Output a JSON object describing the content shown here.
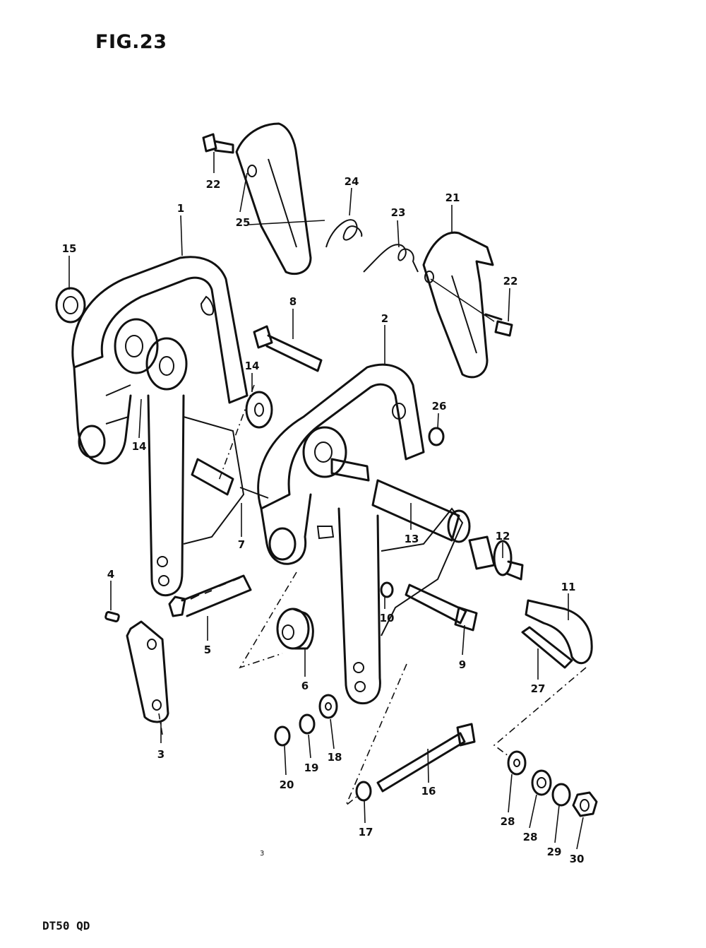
{
  "figure": {
    "title": "FIG.23",
    "model": "DT50 QD",
    "page_mark": "3"
  },
  "parts": [
    {
      "id": "p1",
      "label": "1"
    },
    {
      "id": "p2",
      "label": "2"
    },
    {
      "id": "p3",
      "label": "3"
    },
    {
      "id": "p4",
      "label": "4"
    },
    {
      "id": "p5",
      "label": "5"
    },
    {
      "id": "p6",
      "label": "6"
    },
    {
      "id": "p7",
      "label": "7"
    },
    {
      "id": "p8",
      "label": "8"
    },
    {
      "id": "p9",
      "label": "9"
    },
    {
      "id": "p10",
      "label": "10"
    },
    {
      "id": "p11",
      "label": "11"
    },
    {
      "id": "p12",
      "label": "12"
    },
    {
      "id": "p13",
      "label": "13"
    },
    {
      "id": "p14a",
      "label": "14"
    },
    {
      "id": "p14b",
      "label": "14"
    },
    {
      "id": "p15",
      "label": "15"
    },
    {
      "id": "p16",
      "label": "16"
    },
    {
      "id": "p17",
      "label": "17"
    },
    {
      "id": "p18",
      "label": "18"
    },
    {
      "id": "p19",
      "label": "19"
    },
    {
      "id": "p20",
      "label": "20"
    },
    {
      "id": "p21",
      "label": "21"
    },
    {
      "id": "p22a",
      "label": "22"
    },
    {
      "id": "p22b",
      "label": "22"
    },
    {
      "id": "p23",
      "label": "23"
    },
    {
      "id": "p24",
      "label": "24"
    },
    {
      "id": "p25",
      "label": "25"
    },
    {
      "id": "p26",
      "label": "26"
    },
    {
      "id": "p27",
      "label": "27"
    },
    {
      "id": "p28a",
      "label": "28"
    },
    {
      "id": "p28b",
      "label": "28"
    },
    {
      "id": "p29",
      "label": "29"
    },
    {
      "id": "p30",
      "label": "30"
    }
  ]
}
